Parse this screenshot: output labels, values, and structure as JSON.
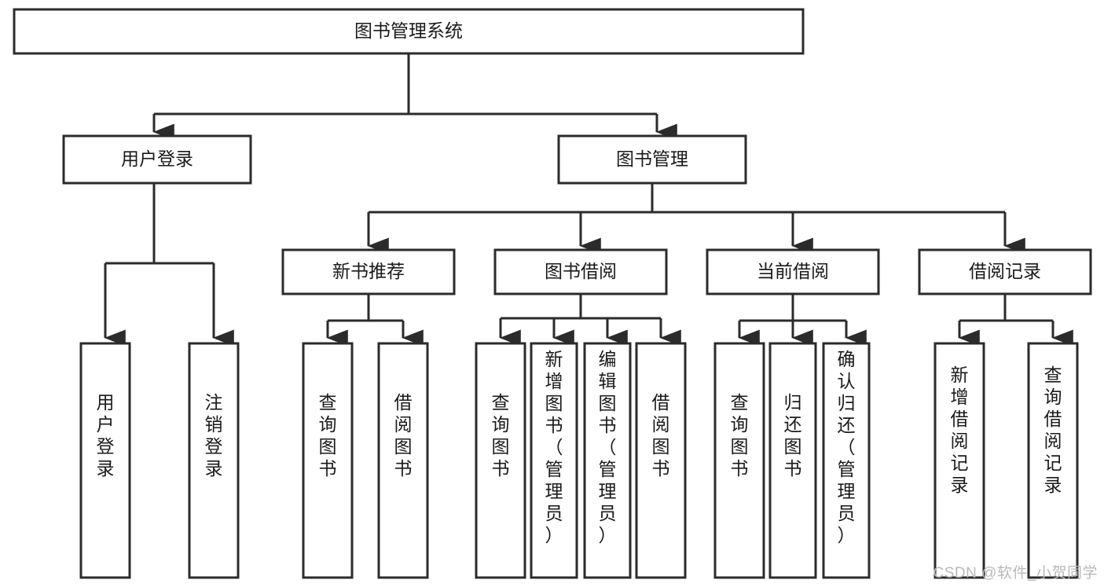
{
  "diagram": {
    "type": "tree",
    "title": "图书管理系统",
    "watermark": "CSDN @软件_小贺同学",
    "colors": {
      "stroke": "#2b2b2b",
      "box_fill": "#ffffff",
      "text": "#1a1a1a",
      "background": "#ffffff",
      "watermark": "#b9b9b9"
    },
    "nodes": {
      "root": {
        "label": "图书管理系统"
      },
      "level1": [
        {
          "id": "user-login",
          "label": "用户登录"
        },
        {
          "id": "book-manage",
          "label": "图书管理"
        }
      ],
      "level2": [
        {
          "id": "new-book-recommend",
          "label": "新书推荐",
          "parent": "book-manage"
        },
        {
          "id": "book-borrow",
          "label": "图书借阅",
          "parent": "book-manage"
        },
        {
          "id": "current-borrow",
          "label": "当前借阅",
          "parent": "book-manage"
        },
        {
          "id": "borrow-record",
          "label": "借阅记录",
          "parent": "book-manage"
        }
      ],
      "leaves": {
        "user-login": [
          {
            "id": "leaf-user-login",
            "label": "用户登录"
          },
          {
            "id": "leaf-logout",
            "label": "注销登录"
          }
        ],
        "new-book-recommend": [
          {
            "id": "leaf-query-book-1",
            "label": "查询图书"
          },
          {
            "id": "leaf-borrow-book-1",
            "label": "借阅图书"
          }
        ],
        "book-borrow": [
          {
            "id": "leaf-query-book-2",
            "label": "查询图书"
          },
          {
            "id": "leaf-add-book",
            "label": "新增图书（管理员）"
          },
          {
            "id": "leaf-edit-book",
            "label": "编辑图书（管理员）"
          },
          {
            "id": "leaf-borrow-book-2",
            "label": "借阅图书"
          }
        ],
        "current-borrow": [
          {
            "id": "leaf-query-book-3",
            "label": "查询图书"
          },
          {
            "id": "leaf-return-book",
            "label": "归还图书"
          },
          {
            "id": "leaf-confirm-return",
            "label": "确认归还（管理员）"
          }
        ],
        "borrow-record": [
          {
            "id": "leaf-add-record",
            "label": "新增借阅记录"
          },
          {
            "id": "leaf-query-record",
            "label": "查询借阅记录"
          }
        ]
      }
    }
  }
}
